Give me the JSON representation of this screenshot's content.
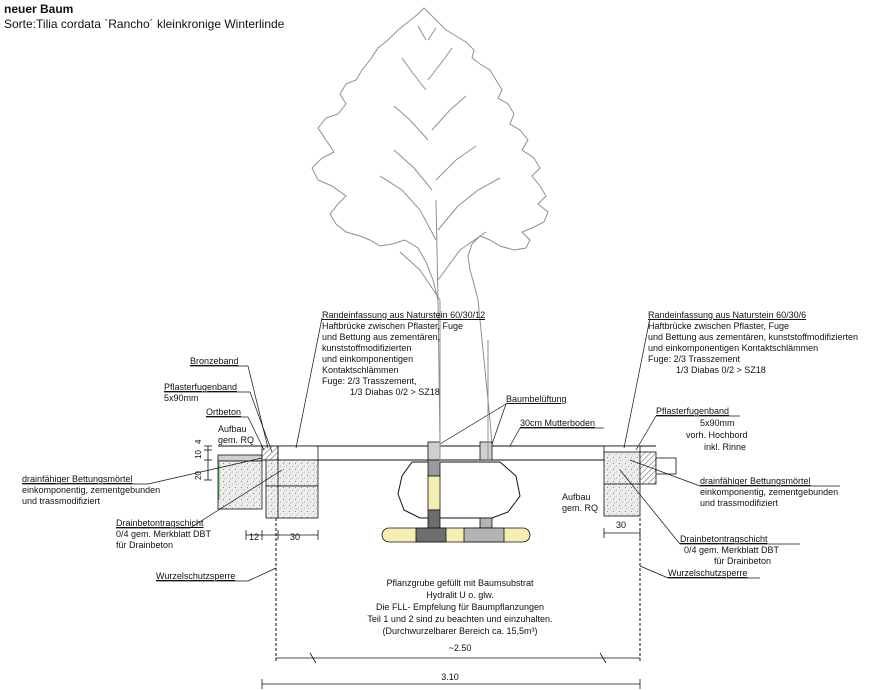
{
  "title": "neuer Baum",
  "subtitle": "Sorte:Tilia cordata `Rancho´ kleinkronige Winterlinde",
  "labels": {
    "rand_left_1": "Randeinfassung aus Naturstein 60/30/12",
    "rand_left_2": "Haftbrücke zwischen Pflaster, Fuge",
    "rand_left_3": "und Bettung aus zementären,",
    "rand_left_4": "kunststoffmodifizierten",
    "rand_left_5": "und einkomponentigen",
    "rand_left_6": "Kontaktschlämmen",
    "rand_left_7": "Fuge: 2/3 Trasszement,",
    "rand_left_8": "1/3 Diabas 0/2 > SZ18",
    "rand_right_1": "Randeinfassung aus Naturstein 60/30/6",
    "rand_right_2": "Haftbrücke zwischen Pflaster, Fuge",
    "rand_right_3": "und Bettung aus zementären, kunststoffmodifizierten",
    "rand_right_4": "und einkomponentigen Kontaktschlämmen",
    "rand_right_5": "Fuge: 2/3 Trasszement",
    "rand_right_6": "1/3 Diabas 0/2 > SZ18",
    "bronzeband": "Bronzeband",
    "pflaster_left_1": "Pflasterfugenband",
    "pflaster_left_2": "5x90mm",
    "ortbeton": "Ortbeton",
    "aufbau_left_1": "Aufbau",
    "aufbau_left_2": "gem. RQ",
    "dim_4": "4",
    "dim_10": "10",
    "dim_20": "20",
    "drain_bett_left_1": "drainfähiger Bettungsmörtel",
    "drain_bett_left_2": "einkomponentig, zementgebunden",
    "drain_bett_left_3": "und trassmodifiziert",
    "drainbeton_left_1": "Drainbetontragschicht",
    "drainbeton_left_2": "0/4 gem. Merkblatt DBT",
    "drainbeton_left_3": "für Drainbeton",
    "dim_12": "12",
    "dim_30_left": "30",
    "wurzel_left": "Wurzelschutzsperre",
    "baumbelueftung": "Baumbelüftung",
    "mutterboden": "30cm Mutterboden",
    "pflaster_right_1": "Pflasterfugenband",
    "pflaster_right_2": "5x90mm",
    "hochbord_1": "vorh. Hochbord",
    "hochbord_2": "inkl. Rinne",
    "drain_bett_right_1": "drainfähiger Bettungsmörtel",
    "drain_bett_right_2": "einkomponentig, zementgebunden",
    "drain_bett_right_3": "und trassmodifiziert",
    "aufbau_right_1": "Aufbau",
    "aufbau_right_2": "gem. RQ",
    "dim_30_right": "30",
    "drainbeton_right_1": "Drainbetontragschicht",
    "drainbeton_right_2": "0/4 gem. Merkblatt DBT",
    "drainbeton_right_3": "für Drainbeton",
    "wurzel_right": "Wurzelschutzsperre",
    "grube_1": "Pflanzgrube gefüllt mit Baumsubstrat",
    "grube_2": "Hydralit U o. glw.",
    "grube_3": "Die FLL- Empfelung für Baumpflanzungen",
    "grube_4": "Teil 1 und 2 sind zu beachten und einzuhalten.",
    "grube_5": "(Durchwurzelbarer Bereich ca. 15,5m³)",
    "dim_250": "~2.50",
    "dim_310": "3.10"
  },
  "colors": {
    "line": "#111111",
    "tree_outline": "#8a8a8a",
    "root_ball_fill": "#ffffff",
    "pad_yellow": "#f4eeb4",
    "pad_grey": "#b4b4b4",
    "pad_dark": "#6e6e6e",
    "gravel": "#e8e8e8",
    "pipe_grey": "#9a9a9a"
  }
}
